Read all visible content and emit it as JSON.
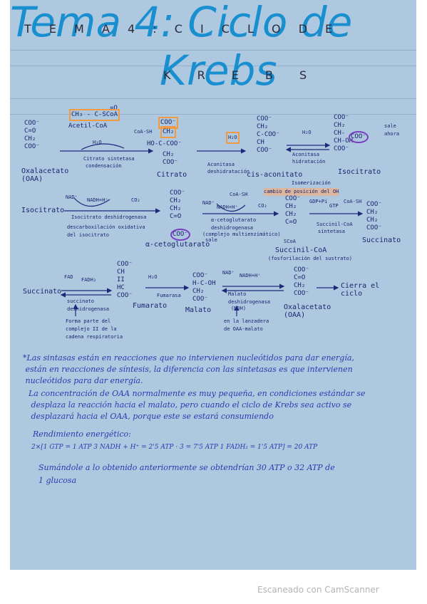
{
  "title": {
    "line1": "Tema 4: Ciclo de",
    "line1_spaced": "T E M A 4 : C I C L O D E",
    "line2": "Krebs",
    "line2_spaced": "K R E B S"
  },
  "row1": {
    "oaa_formula": "COO⁻\nC=O\nCH₂\nCOO⁻",
    "oaa_label": "Oxalacetato\n(OAA)",
    "acetil": "CH₃ - C-SCoA",
    "acetil_oxo": "=O",
    "acetil_label": "Acetil-CoA",
    "gash": "CoA-SH",
    "h2o_1": "H₂O",
    "enz1": "Citrato sintetasa",
    "enz1_sub": "condensación",
    "citrato_top": "COO⁻",
    "citrato_ch2": "CH₂",
    "citrato_mid": "HO-C-COO⁻",
    "citrato_bottom": "CH₂\nCOO⁻",
    "citrato_label": "Citrato",
    "h2o_2": "H₂O",
    "enz2": "Aconitasa",
    "enz2_sub": "deshidratación",
    "cis_formula": "COO⁻\nCH₂\nC-COO⁻\nCH\nCOO⁻",
    "cis_label": "cis-aconitato",
    "h2o_3": "H₂O",
    "enz3": "Aconitasa",
    "enz3_sub": "hidratación",
    "iso_formula": "COO⁻\nCH₂\nCH-\nCH-OH\nCOO⁻",
    "iso_coo": "COO⁻",
    "iso_note": "sale\nahora",
    "iso_label": "Isocitrato",
    "isomer_note": "Isomerización",
    "isomer_note2": "cambio de posición del OH"
  },
  "row2": {
    "isocitrato": "Isocitrato",
    "nad": "NAD⁺",
    "nadh": "NADH+H⁺",
    "co2": "CO₂",
    "enz": "Isocitrato deshidrogenasa",
    "enz_sub": "descarboxilación oxidativa\ndel isocitrato",
    "akg_formula": "COO⁻\nCH₂\nCH₂\nC=O",
    "akg_coo": "COO⁻",
    "akg_label": "α-cetoglutarato",
    "akg_note": "sale",
    "coash": "CoA-SH",
    "nad2": "NAD⁺",
    "nadh2": "NADH+H⁺",
    "co2_2": "CO₂",
    "enz2": "α-cetoglutarato\ndeshidrogenasa",
    "enz2_sub": "(complejo multienzimático)",
    "succoa_formula": "COO⁻\nCH₂\nCH₂\nC=O",
    "succoa_sub": "SCoA",
    "succoa_label": "Succinil-CoA",
    "succoa_note": "(fosforilación del sustrato)",
    "gdp": "GDP+Pi",
    "gtp": "GTP",
    "coash2": "CoA-SH",
    "enz3": "Succinil-CoA",
    "enz3_sub": "sintetasa",
    "succ_formula": "COO⁻\nCH₂\nCH₂\nCOO⁻",
    "succ_label": "Succinato"
  },
  "row3": {
    "succinato": "Succinato",
    "fad": "FAD",
    "fadh": "FADH₂",
    "enz1": "succinato\ndeshidrogenasa",
    "fum_formula": "COO⁻\nCH\nII\nHC\nCOO⁻",
    "fum_label": "Fumarato",
    "h2o": "H₂O",
    "enz2": "Fumarasa",
    "mal_formula": "COO⁻\nH-C-OH\nCH₂\nCOO⁻",
    "mal_label": "Malato",
    "nad": "NAD⁺",
    "nadh": "NADH+H⁺",
    "enz3": "Malato\ndeshidrogenasa",
    "enz3_sub": "(MDH)",
    "oaa_formula": "COO⁻\nC=O\nCH₂\nCOO⁻",
    "oaa_label": "Oxalacetato\n(OAA)",
    "cierra": "Cierra el\nciclo",
    "note1": "Forma parte del\ncomplejo II de la\ncadena respiratoria",
    "note2": "en la lanzadera\nde OAA-malato"
  },
  "text": {
    "p1": "*Las sintasas están en reacciones que no intervienen nucleótidos para dar energía,\n están en reacciones de síntesis, la diferencia con las sintetasas es que intervienen\n nucleótidos para dar energía.",
    "p2": "La concentración de OAA normalmente es muy pequeña, en condiciones estándar se\n desplaza la reacción hacia el malato, pero cuando el ciclo de Krebs sea activo se\n desplazará hacia el OAA, porque este se estará consumiendo",
    "heading": "Rendimiento energético:",
    "calc": "2×[1 GTP = 1 ATP      3 NADH + H⁺ = 2'5 ATP · 3 = 7'5 ATP      1 FADH₂ = 1'5 ATP] = 20 ATP",
    "p3": "Sumándole a lo obtenido anteriormente se obtendrían 30 ATP o 32 ATP de\n1 glucosa"
  },
  "footer": "Escaneado con CamScanner",
  "colors": {
    "paper": "#adc8df",
    "ink": "#1d2a7a",
    "title": "#1a8fd0",
    "orange": "#f19a45",
    "purple": "#7a3fc0"
  }
}
